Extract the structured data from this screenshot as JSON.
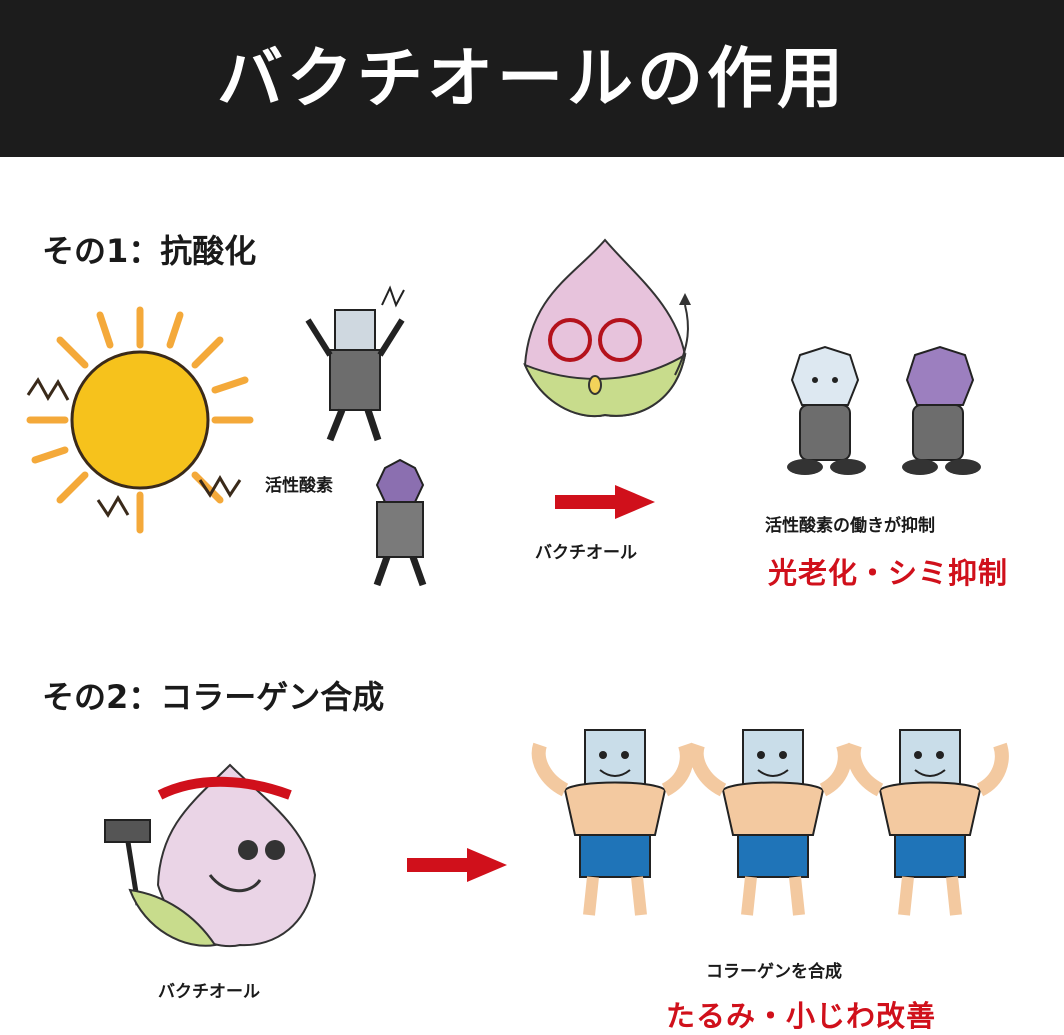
{
  "header": {
    "title": "バクチオールの作用"
  },
  "section1": {
    "heading": "その1：抗酸化",
    "reactive_oxygen_label": "活性酸素",
    "bakuchiol_label": "バクチオール",
    "effect_caption": "活性酸素の働きが抑制",
    "result": "光老化・シミ抑制"
  },
  "section2": {
    "heading": "その2：コラーゲン合成",
    "bakuchiol_label": "バクチオール",
    "effect_caption": "コラーゲンを合成",
    "result": "たるみ・小じわ改善"
  },
  "colors": {
    "header_bg": "#1c1c1c",
    "accent_red": "#d0101b",
    "sun_yellow": "#f6c21c",
    "leaf_green": "#b7d26a",
    "leaf_pink": "#c76aa0",
    "collagen_blue": "#1f74b8",
    "skin": "#f3c9a0"
  },
  "icons": {
    "sun": "sun-icon",
    "arrow": "red-arrow-icon",
    "bakuchiol_character": "leaf-character-icon",
    "collagen_character": "muscle-cube-icon"
  }
}
